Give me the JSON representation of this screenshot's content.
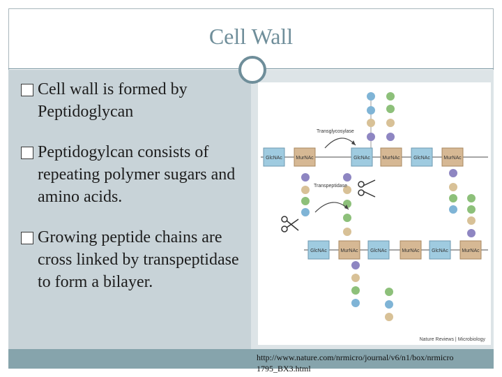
{
  "slide": {
    "title": "Cell Wall",
    "bullets": [
      "Cell wall is formed by Peptidoglycan",
      "Peptidogylcan consists of repeating polymer sugars and amino acids.",
      "Growing peptide chains are cross linked by transpeptidase to form a bilayer."
    ],
    "source": "http://www.nature.com/nrmicro/journal/v6/n1/box/nrmicro 1795_BX3.html"
  },
  "figure": {
    "enzyme_top": "Transglycosylase",
    "enzyme_mid": "Transpeptidase",
    "glcnac": "GlcNAc",
    "murnac": "MurNAc",
    "credit": "Nature Reviews | Microbiology"
  },
  "colors": {
    "title": "#6f8e9a",
    "left_panel": "#c8d3d8",
    "right_panel": "#dde4e7",
    "bottom_bar": "#86a4ac",
    "glcnac_box": "#9fcbe0",
    "murnac_box": "#d6b894",
    "bead_blue": "#7fb4d6",
    "bead_green": "#8dc07a",
    "bead_tan": "#d8c197",
    "bead_purple": "#8e86c2"
  }
}
